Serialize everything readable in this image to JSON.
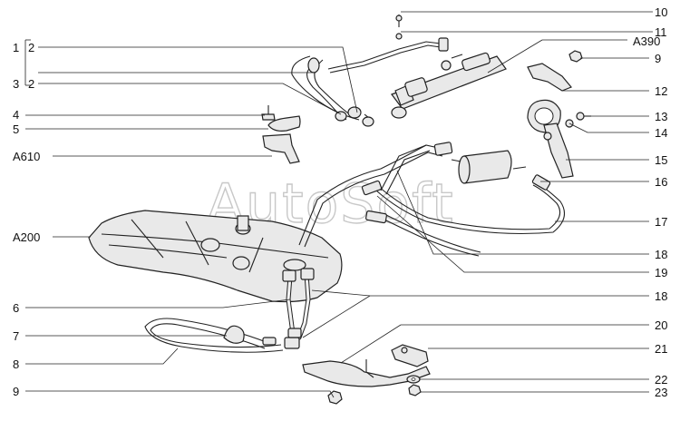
{
  "watermark": "AutoSoft",
  "labels": {
    "l_1": "1",
    "l_2a": "2",
    "l_3": "3",
    "l_2b": "2",
    "l_4": "4",
    "l_5": "5",
    "l_A610": "A610",
    "l_A200": "A200",
    "l_6": "6",
    "l_7": "7",
    "l_8": "8",
    "l_9b": "9",
    "r_10": "10",
    "r_11": "11",
    "r_A390": "A390",
    "r_9": "9",
    "r_12": "12",
    "r_13": "13",
    "r_14": "14",
    "r_15": "15",
    "r_16": "16",
    "r_17": "17",
    "r_18a": "18",
    "r_19": "19",
    "r_18b": "18",
    "r_20": "20",
    "r_21": "21",
    "r_22": "22",
    "r_23": "23"
  }
}
